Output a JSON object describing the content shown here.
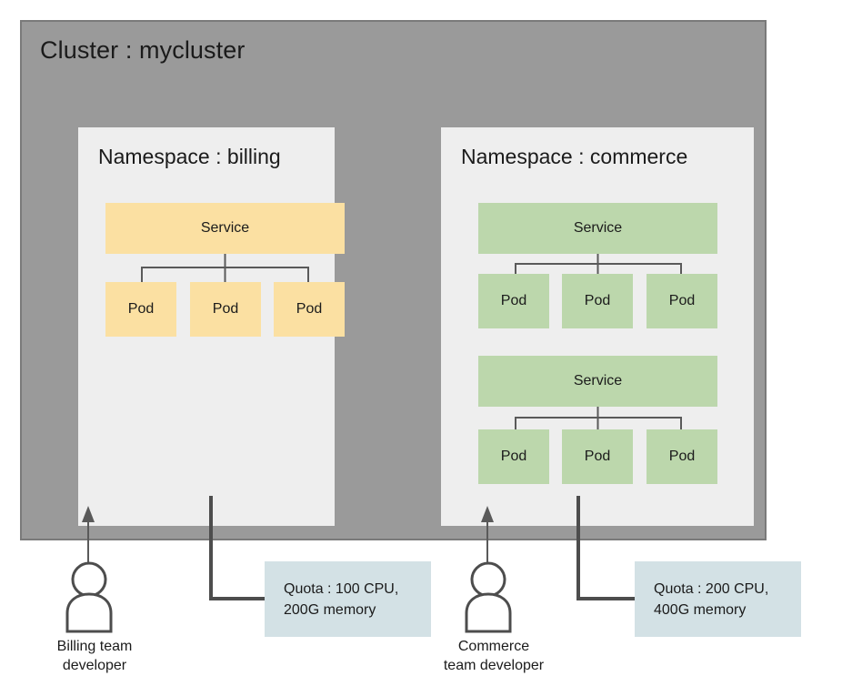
{
  "diagram": {
    "cluster": {
      "title": "Cluster : mycluster",
      "fill": "#9a9a9a",
      "border": "#7a7a7a"
    },
    "namespaces": [
      {
        "title": "Namespace : billing",
        "fill": "#eeeeee",
        "accent": "#fbe0a2",
        "groups": [
          {
            "service_label": "Service",
            "pods": [
              "Pod",
              "Pod",
              "Pod"
            ]
          }
        ]
      },
      {
        "title": "Namespace : commerce",
        "fill": "#eeeeee",
        "accent": "#bcd7ac",
        "groups": [
          {
            "service_label": "Service",
            "pods": [
              "Pod",
              "Pod",
              "Pod"
            ]
          },
          {
            "service_label": "Service",
            "pods": [
              "Pod",
              "Pod",
              "Pod"
            ]
          }
        ]
      }
    ],
    "quotas": [
      {
        "line1": "Quota : 100 CPU,",
        "line2": "200G memory",
        "fill": "#d3e1e5"
      },
      {
        "line1": "Quota : 200 CPU,",
        "line2": "400G memory",
        "fill": "#d3e1e5"
      }
    ],
    "actors": [
      {
        "label": "Billing team\ndeveloper",
        "icon": "person-icon"
      },
      {
        "label": "Commerce\nteam developer",
        "icon": "person-icon"
      }
    ],
    "connector_color": "#5a5a5a"
  }
}
